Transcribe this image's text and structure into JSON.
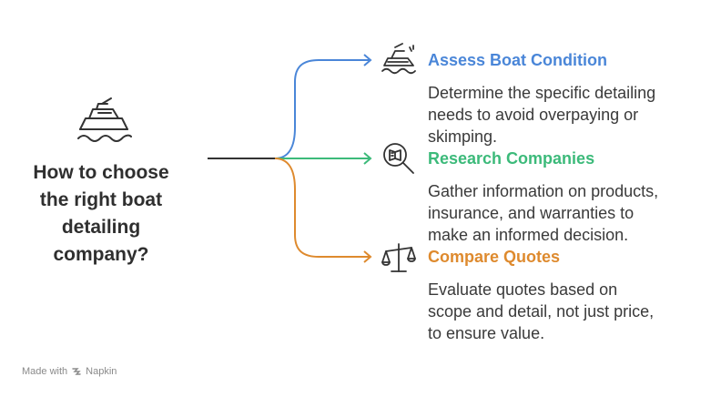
{
  "title": "How to choose\nthe right boat\ndetailing\ncompany?",
  "branches": [
    {
      "heading": "Assess Boat Condition",
      "description": "Determine the specific detailing\nneeds to avoid overpaying or\nskimping.",
      "color": "#4a86d8",
      "icon": "boat-wash-icon"
    },
    {
      "heading": "Research Companies",
      "description": "Gather information on products,\ninsurance, and warranties to\nmake an informed decision.",
      "color": "#3cba7a",
      "icon": "magnifier-book-icon"
    },
    {
      "heading": "Compare Quotes",
      "description": "Evaluate quotes based on\nscope and detail, not just price,\nto ensure value.",
      "color": "#de8a2e",
      "icon": "balance-scale-icon"
    }
  ],
  "footer": {
    "made_with": "Made with",
    "brand": "Napkin"
  },
  "colors": {
    "trunk": "#333333",
    "text": "#2f2f2f",
    "icon_stroke": "#333333"
  }
}
